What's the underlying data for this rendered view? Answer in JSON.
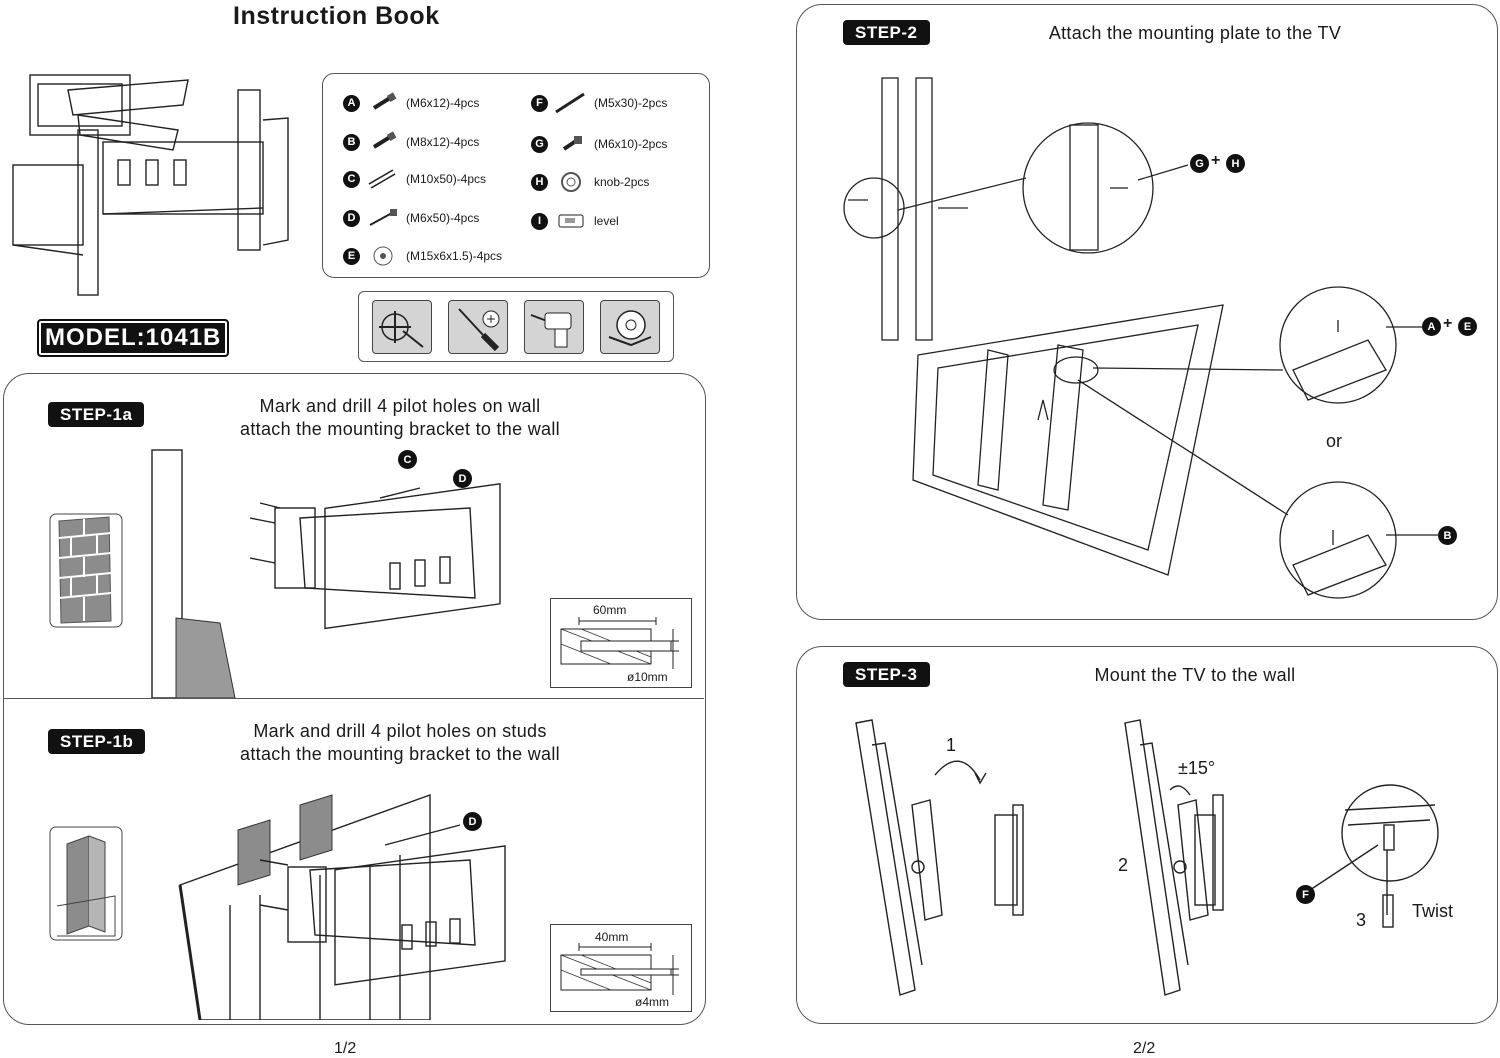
{
  "header": {
    "title": "Instruction Book",
    "model": "MODEL:1041B"
  },
  "hardware": [
    {
      "letter": "A",
      "spec": "(M6x12)-4pcs",
      "icon": "bolt-icon"
    },
    {
      "letter": "B",
      "spec": "(M8x12)-4pcs",
      "icon": "bolt-icon"
    },
    {
      "letter": "C",
      "spec": "(M10x50)-4pcs",
      "icon": "anchor-icon"
    },
    {
      "letter": "D",
      "spec": "(M6x50)-4pcs",
      "icon": "lag-screw-icon"
    },
    {
      "letter": "E",
      "spec": "(M15x6x1.5)-4pcs",
      "icon": "washer-icon"
    },
    {
      "letter": "F",
      "spec": "(M5x30)-2pcs",
      "icon": "long-screw-icon"
    },
    {
      "letter": "G",
      "spec": "(M6x10)-2pcs",
      "icon": "short-bolt-icon"
    },
    {
      "letter": "H",
      "spec": "knob-2pcs",
      "icon": "knob-icon"
    },
    {
      "letter": "I",
      "spec": "level",
      "icon": "level-icon"
    }
  ],
  "tools": [
    "drill-mark-icon",
    "screwdriver-icon",
    "power-drill-icon",
    "tape-measure-icon"
  ],
  "step1a": {
    "tag": "STEP-1a",
    "line1": "Mark and drill 4 pilot holes on wall",
    "line2": "attach the mounting bracket to the wall",
    "callouts": [
      "C",
      "D"
    ],
    "dim_depth": "60mm",
    "dim_dia": "ø10mm"
  },
  "step1b": {
    "tag": "STEP-1b",
    "line1": "Mark and drill 4 pilot holes on studs",
    "line2": "attach the mounting bracket to the wall",
    "callouts": [
      "D"
    ],
    "dim_depth": "40mm",
    "dim_dia": "ø4mm"
  },
  "step2": {
    "tag": "STEP-2",
    "text": "Attach the mounting plate to the TV",
    "callout_gh": {
      "a": "G",
      "b": "H"
    },
    "callout_ae": {
      "a": "A",
      "b": "E"
    },
    "callout_b": "B",
    "or": "or"
  },
  "step3": {
    "tag": "STEP-3",
    "text": "Mount the TV to the wall",
    "n1": "1",
    "n2": "2",
    "n3": "3",
    "tilt": "±15°",
    "twist": "Twist",
    "callout_f": "F"
  },
  "pages": {
    "left": "1/2",
    "right": "2/2"
  }
}
